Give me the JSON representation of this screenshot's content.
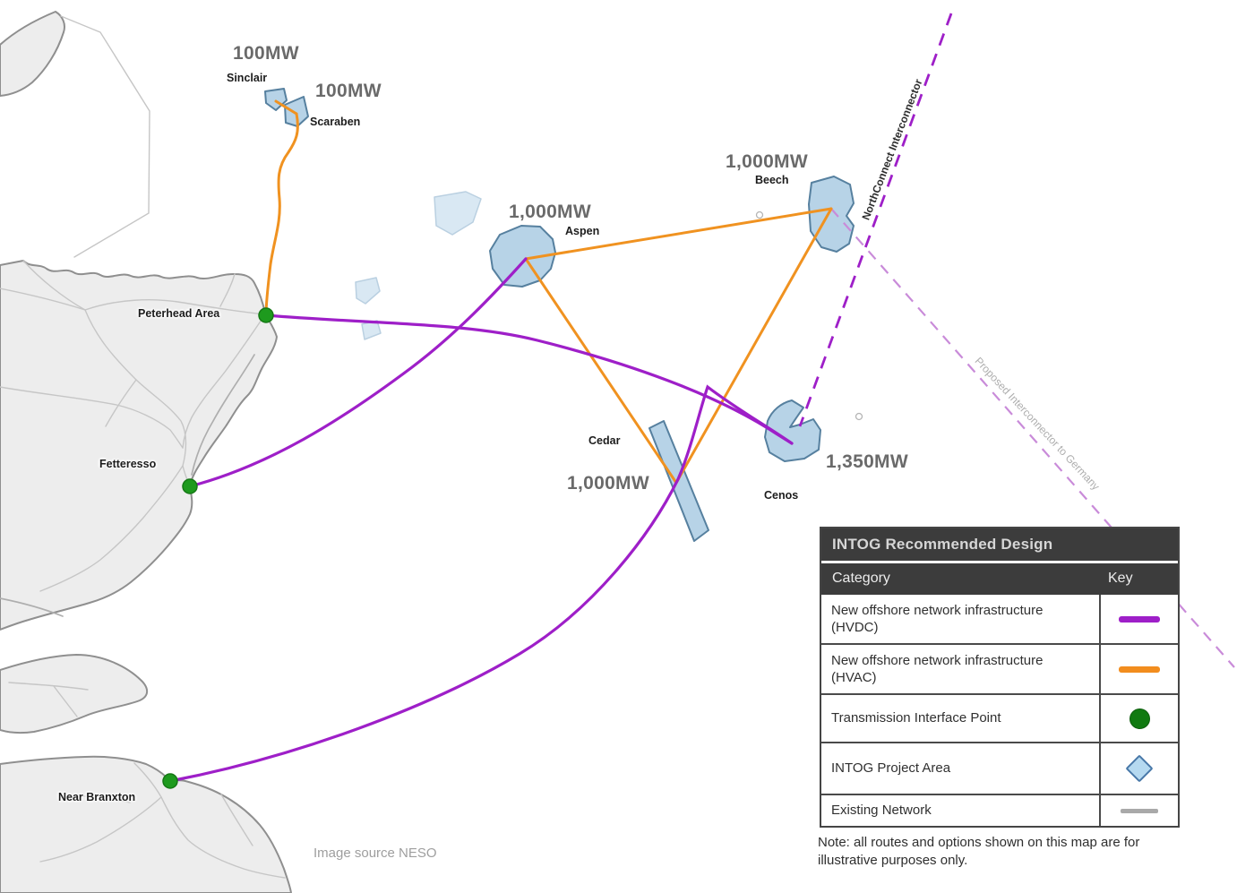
{
  "map": {
    "projects": [
      {
        "name": "Sinclair",
        "capacity": "100MW"
      },
      {
        "name": "Scaraben",
        "capacity": "100MW"
      },
      {
        "name": "Aspen",
        "capacity": "1,000MW"
      },
      {
        "name": "Beech",
        "capacity": "1,000MW"
      },
      {
        "name": "Cedar",
        "capacity": "1,000MW"
      },
      {
        "name": "Cenos",
        "capacity": "1,350MW"
      }
    ],
    "interface_points": [
      {
        "name": "Peterhead Area"
      },
      {
        "name": "Fetteresso"
      },
      {
        "name": "Near Branxton"
      }
    ],
    "interconnectors": [
      {
        "name": "NorthConnect Interconnector"
      },
      {
        "name": "Proposed Interconnector to Germany"
      }
    ],
    "attribution": "Image source NESO"
  },
  "legend": {
    "title": "INTOG Recommended Design",
    "columns": {
      "category": "Category",
      "key": "Key"
    },
    "rows": [
      {
        "label": "New offshore network infrastructure (HVDC)",
        "key": "purple-line"
      },
      {
        "label": "New offshore network infrastructure (HVAC)",
        "key": "orange-line"
      },
      {
        "label": "Transmission Interface Point",
        "key": "green-dot"
      },
      {
        "label": "INTOG Project Area",
        "key": "blue-diamond"
      },
      {
        "label": "Existing Network",
        "key": "gray-line"
      }
    ],
    "note": "Note:  all routes and options shown on this map are for illustrative purposes only."
  },
  "colors": {
    "hvdc_purple": "#9E1FC8",
    "hvac_orange": "#F09220",
    "interface_green": "#1E9A1E",
    "project_area_fill": "#B7D3E7",
    "project_area_border": "#56809F",
    "proposed_interconnector_pink": "#C98BD9",
    "existing_network_gray": "#A9A9A9",
    "land_fill": "#EDEDED",
    "coast_gray": "#8F8F8F",
    "legend_header_bg": "#3C3C3C"
  }
}
